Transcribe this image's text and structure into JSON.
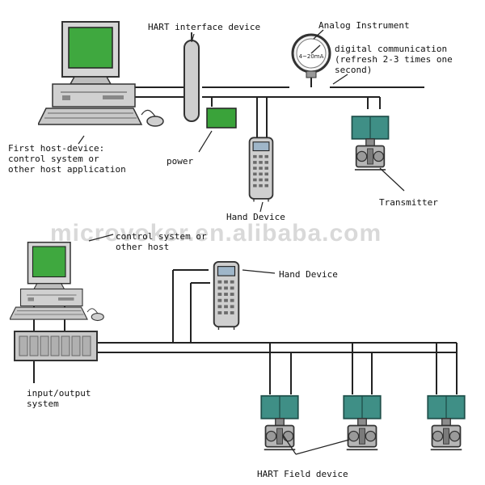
{
  "colors": {
    "wire": "#222222",
    "monitor_screen": "#3fa83f",
    "power_box": "#3aa33a",
    "transmitter_head": "#3f8f86",
    "device_body": "#cfcfcf",
    "device_shadow": "#8c8c8c",
    "watermark": "#d9d9d9"
  },
  "top": {
    "hart_interface_label": "HART interface device",
    "analog_instrument_label": "Analog Instrument",
    "gauge_face_text": "4~20mA",
    "digital_comm_label": "digital communication\n(refresh 2-3 times one\nsecond)",
    "host_label": "First host-device:\ncontrol system or\nother host application",
    "power_label": "power",
    "hand_device_label": "Hand Device",
    "transmitter_label": "Transmitter"
  },
  "watermark": {
    "text": "microvoker.en.alibaba.com"
  },
  "bottom": {
    "control_label": "control system or\nother host",
    "hand_device_label": "Hand Device",
    "io_label": "input/output\nsystem",
    "field_device_label": "HART Field device"
  }
}
